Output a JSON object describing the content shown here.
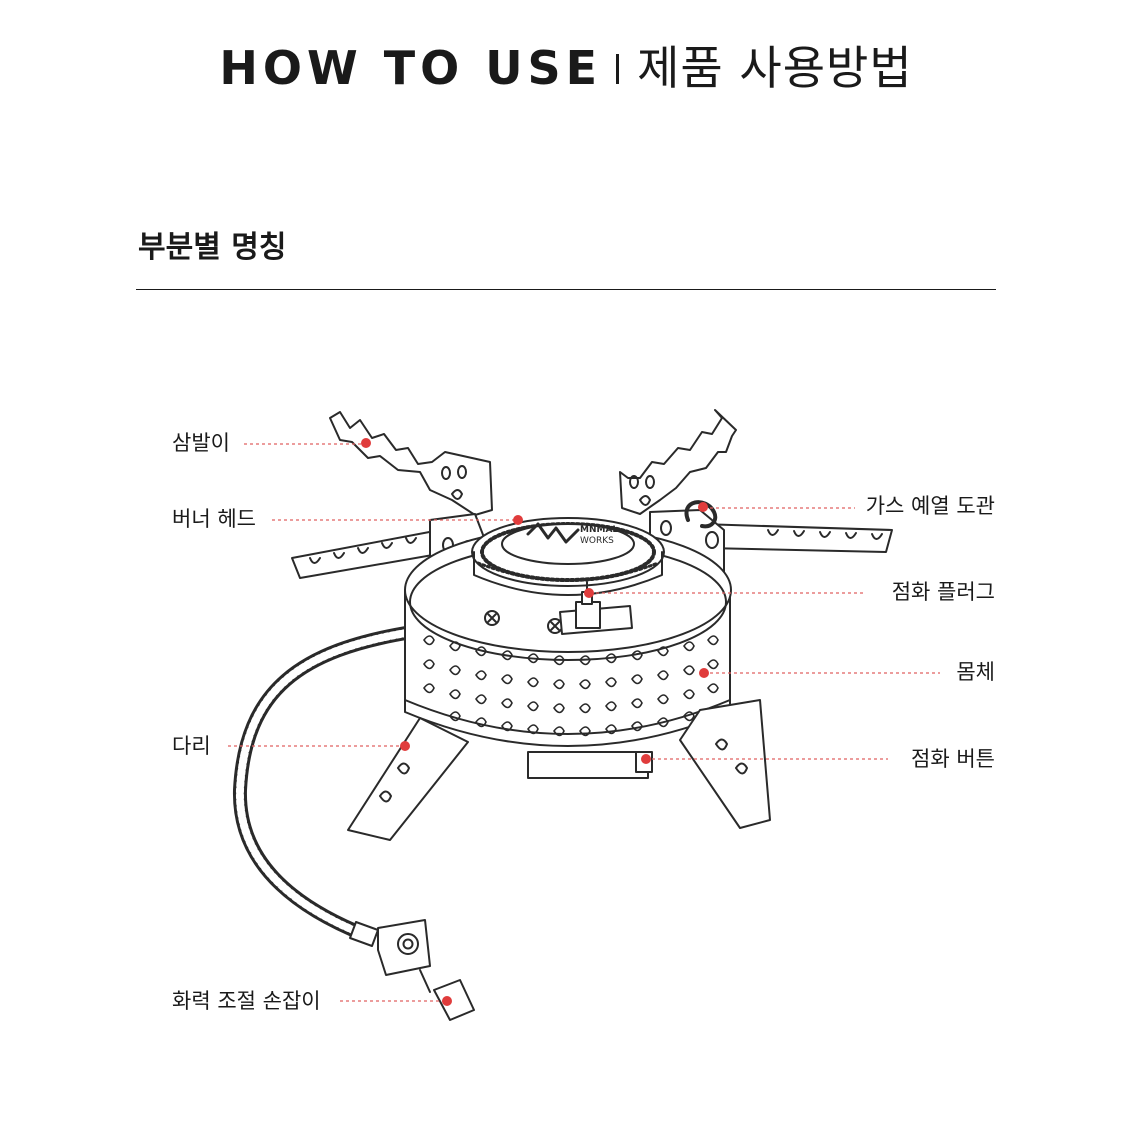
{
  "header": {
    "title_en": "HOW TO USE",
    "title_ko": "제품 사용방법"
  },
  "section": {
    "title": "부분별 명칭"
  },
  "brand": {
    "line1": "MNMAL",
    "line2": "WORKS"
  },
  "parts": {
    "pot_support": "삼발이",
    "burner_head": "버너 헤드",
    "gas_preheat_pipe": "가스 예열 도관",
    "ignition_plug": "점화 플러그",
    "body": "몸체",
    "leg": "다리",
    "ignition_button": "점화 버튼",
    "flame_control_knob": "화력 조절 손잡이"
  },
  "colors": {
    "text": "#1a1a1a",
    "marker": "#e03c3c",
    "leader": "#e06060",
    "line_art": "#2a2a2a"
  }
}
